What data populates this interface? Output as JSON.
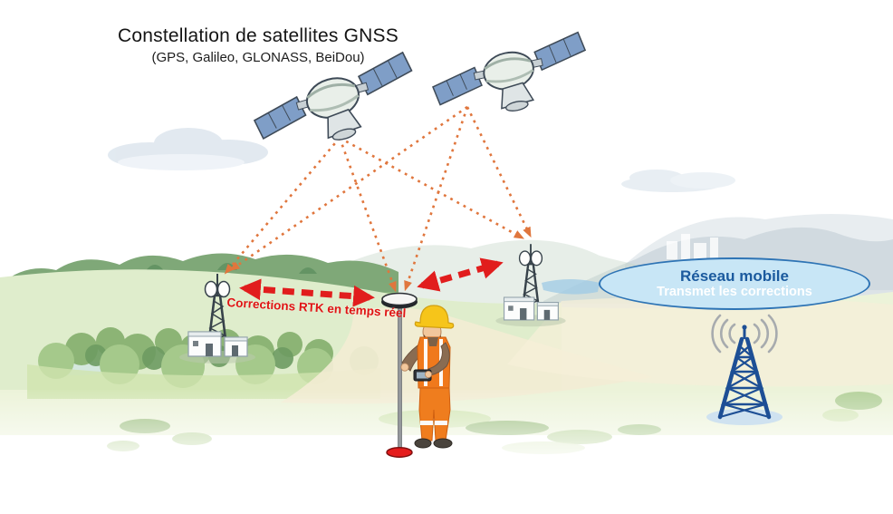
{
  "diagram": {
    "title": "Constellation de satellites GNSS",
    "subtitle": "(GPS, Galileo, GLONASS, BeiDou)",
    "rtk_arrow_label": "Corrections RTK en temps réel",
    "mobile_network": {
      "title": "Réseau mobile",
      "subtitle": "Transmet les corrections"
    },
    "colors": {
      "satellite_signal_orange": "#e0763d",
      "rtk_correction_red": "#e11d1d",
      "bubble_fill": "#c8e6f6",
      "bubble_border": "#2e74b5",
      "bubble_title_text": "#1b5a9e",
      "bubble_subtitle_text": "#ffffff",
      "cell_tower_blue": "#1d4f95",
      "helmet_yellow": "#f6c51a",
      "vest_orange": "#f0791c"
    }
  }
}
